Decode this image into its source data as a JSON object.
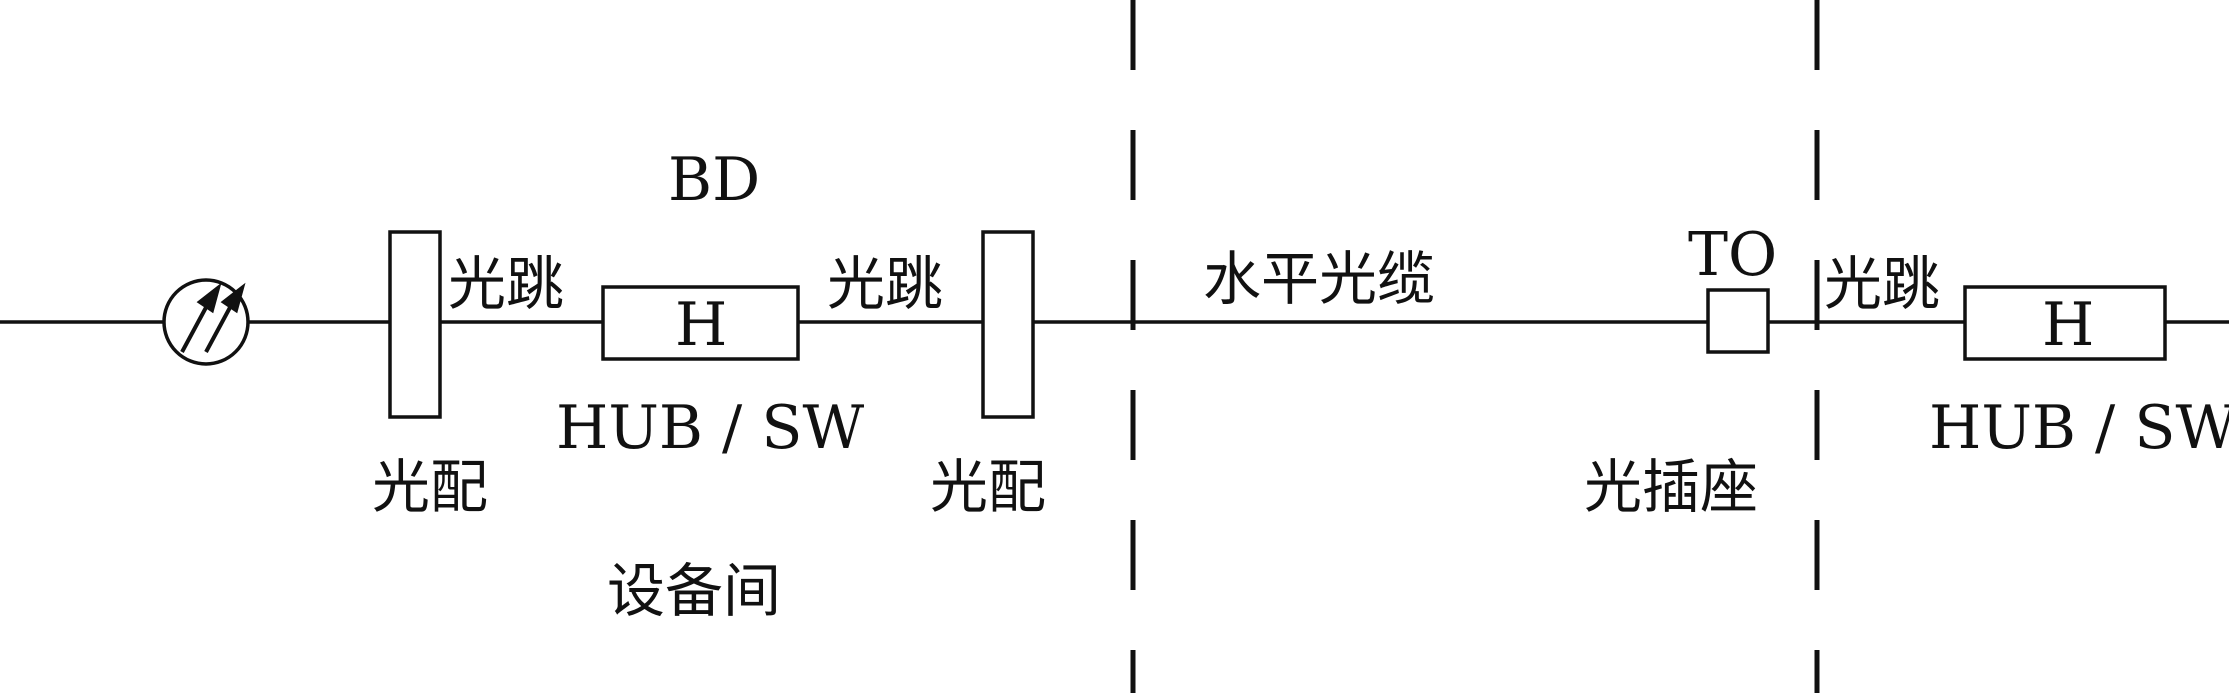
{
  "labels": {
    "bd": "BD",
    "fiber_jump_1": "光跳",
    "fiber_jump_2": "光跳",
    "fiber_jump_3": "光跳",
    "hub_1": "H",
    "hub_2": "H",
    "hub_sw_1": "HUB / SW",
    "hub_sw_2": "HUB / SW",
    "optical_patch_1": "光配",
    "optical_patch_2": "光配",
    "equipment_room": "设备间",
    "horizontal_cable": "水平光缆",
    "to": "TO",
    "optical_outlet": "光插座"
  },
  "colors": {
    "line": "#111111",
    "background": "#ffffff"
  }
}
